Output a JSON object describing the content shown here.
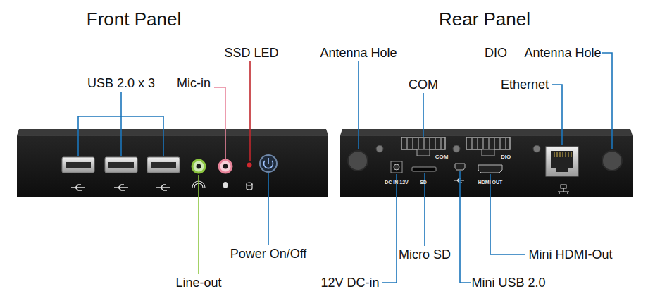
{
  "diagram": {
    "labels": [
      "Front Panel",
      "Rear Panel",
      "USB 2.0 x 3",
      "Mic-in",
      "SSD LED",
      "Power On/Off",
      "Line-out",
      "Antenna Hole",
      "COM",
      "DIO",
      "Antenna Hole",
      "Ethernet",
      "12V DC-in",
      "Micro SD",
      "Mini USB 2.0",
      "Mini HDMI-Out",
      "COM",
      "DIO",
      "DC IN 12V",
      "SD",
      "HDMI OUT"
    ]
  }
}
